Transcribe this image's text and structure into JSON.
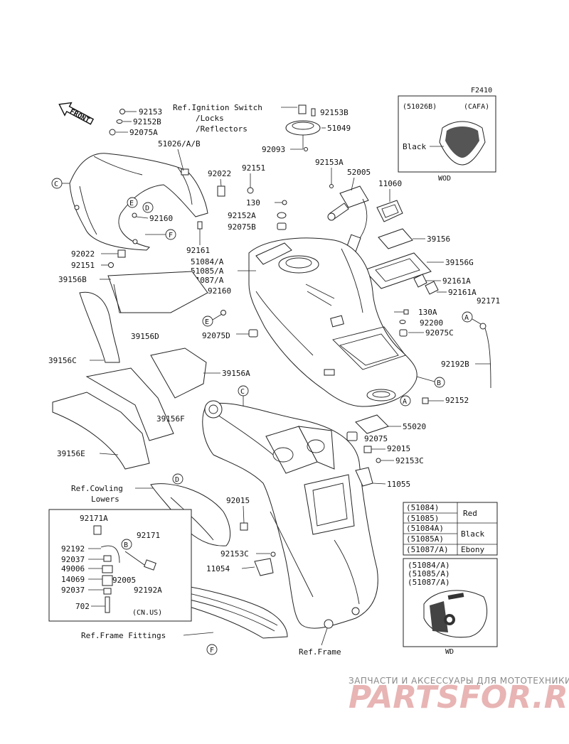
{
  "figure_code": "F2410",
  "front_label": "FRONT",
  "labels": {
    "p92153": "92153",
    "p92152B": "92152B",
    "p92075A": "92075A",
    "ref_ign": "Ref.Ignition Switch",
    "locks": "/Locks",
    "reflectors": "/Reflectors",
    "p51026": "51026/A/B",
    "p92153B": "92153B",
    "p51049": "51049",
    "p92093": "92093",
    "p92022a": "92022",
    "p92151a": "92151",
    "p130": "130",
    "p92152A": "92152A",
    "p92075B": "92075B",
    "p92153A": "92153A",
    "p52005": "52005",
    "p11060": "11060",
    "p92160a": "92160",
    "p92161": "92161",
    "p39156": "39156",
    "p39156G": "39156G",
    "p92161A1": "92161A",
    "p92161A2": "92161A",
    "p92022b": "92022",
    "p92151b": "92151",
    "p51084": "51084/A",
    "p51085": "51085/A",
    "p51087": "51087/A",
    "p92160b": "92160",
    "p39156B": "39156B",
    "p39156D": "39156D",
    "p92075D": "92075D",
    "p130A": "130A",
    "p92200": "92200",
    "p92075C": "92075C",
    "p92171a": "92171",
    "p92192B": "92192B",
    "p39156C": "39156C",
    "p39156A": "39156A",
    "p39156F": "39156F",
    "p39156E": "39156E",
    "p92152": "92152",
    "p55020": "55020",
    "p92075": "92075",
    "p92015a": "92015",
    "p92153C": "92153C",
    "p11055": "11055",
    "ref_cowl1": "Ref.Cowling",
    "ref_cowl2": "Lowers",
    "p92015b": "92015",
    "p92153Cb": "92153C",
    "p11054": "11054",
    "ref_frame_fit": "Ref.Frame Fittings",
    "ref_frame": "Ref.Frame"
  },
  "callouts": [
    "A",
    "B",
    "C",
    "D",
    "E",
    "F"
  ],
  "inset_wod": {
    "code": "(51026B)",
    "color": "(CAFA)",
    "color_name": "Black",
    "tag": "WOD"
  },
  "inset_us": {
    "parts": [
      "92171A",
      "92192",
      "92037",
      "49006",
      "14069",
      "92037",
      "702",
      "92171",
      "92005",
      "92192A"
    ],
    "callout": "B",
    "tag": "(CN.US)"
  },
  "color_table": {
    "rows": [
      [
        "(51084)",
        "Red"
      ],
      [
        "(51085)",
        ""
      ],
      [
        "(51084A)",
        "Black"
      ],
      [
        "(51085A)",
        ""
      ],
      [
        "(51087/A)",
        "Ebony"
      ]
    ]
  },
  "inset_wd": {
    "parts": [
      "(51084/A)",
      "(51085/A)",
      "(51087/A)"
    ],
    "tag": "WD"
  },
  "watermark": {
    "line1": "ЗАПЧАСТИ И АКСЕССУАРЫ ДЛЯ МОТОТЕХНИКИ",
    "line2": "PARTSFOR.RU"
  }
}
